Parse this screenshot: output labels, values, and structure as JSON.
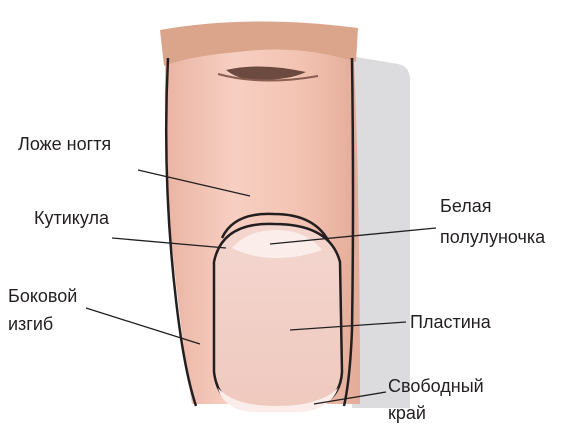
{
  "labels": {
    "nail_bed": "Ложе ногтя",
    "cuticle": "Кутикула",
    "lateral_fold_1": "Боковой",
    "lateral_fold_2": "изгиб",
    "lunula_1": "Белая",
    "lunula_2": "полулуночка",
    "nail_plate": "Пластина",
    "free_edge_1": "Свободный",
    "free_edge_2": "край"
  },
  "colors": {
    "finger_skin": "#f2c1b1",
    "finger_top": "#dba58c",
    "finger_shadow": "#d7d7d9",
    "nail_plate": "#f3d3cb",
    "lunula": "#fbeeea",
    "outline": "#231f20",
    "leader_line": "#231f20"
  }
}
